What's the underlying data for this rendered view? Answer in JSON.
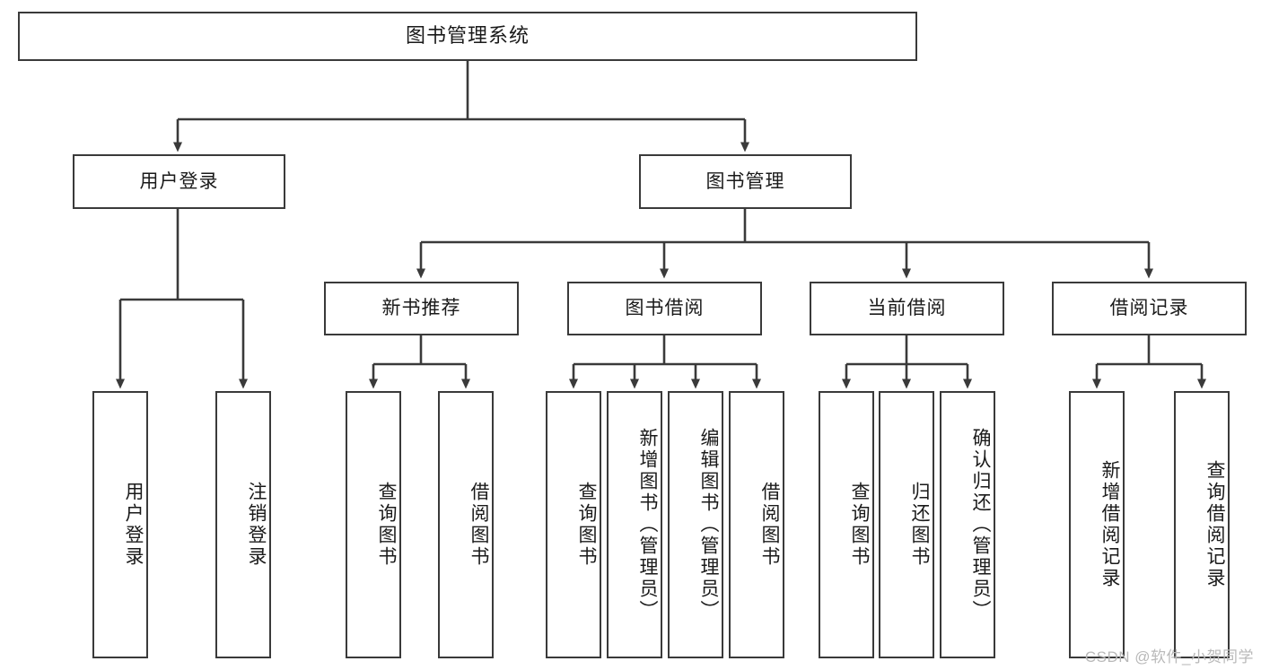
{
  "diagram": {
    "type": "hierarchy-tree",
    "title": "图书管理系统",
    "levels": 4,
    "orientation": "top-down",
    "box_fill": "#ffffff",
    "box_stroke": "#3a3a3a",
    "text_color": "#1a1a1a",
    "background": "#ffffff"
  },
  "root": {
    "label": "图书管理系统"
  },
  "level2": [
    {
      "label": "用户登录"
    },
    {
      "label": "图书管理"
    }
  ],
  "level3": [
    {
      "label": "新书推荐"
    },
    {
      "label": "图书借阅"
    },
    {
      "label": "当前借阅"
    },
    {
      "label": "借阅记录"
    }
  ],
  "leaves": {
    "user_login": [
      {
        "label": "用户登录"
      },
      {
        "label": "注销登录"
      }
    ],
    "new_book_recommend": [
      {
        "label": "查询图书"
      },
      {
        "label": "借阅图书"
      }
    ],
    "book_borrow": [
      {
        "label": "查询图书"
      },
      {
        "label": "新增图书（管理员）"
      },
      {
        "label": "编辑图书（管理员）"
      },
      {
        "label": "借阅图书"
      }
    ],
    "current_borrow": [
      {
        "label": "查询图书"
      },
      {
        "label": "归还图书"
      },
      {
        "label": "确认归还（管理员）"
      }
    ],
    "borrow_record": [
      {
        "label": "新增借阅记录"
      },
      {
        "label": "查询借阅记录"
      }
    ]
  },
  "watermark": {
    "text": "CSDN @软件_小贺同学"
  }
}
